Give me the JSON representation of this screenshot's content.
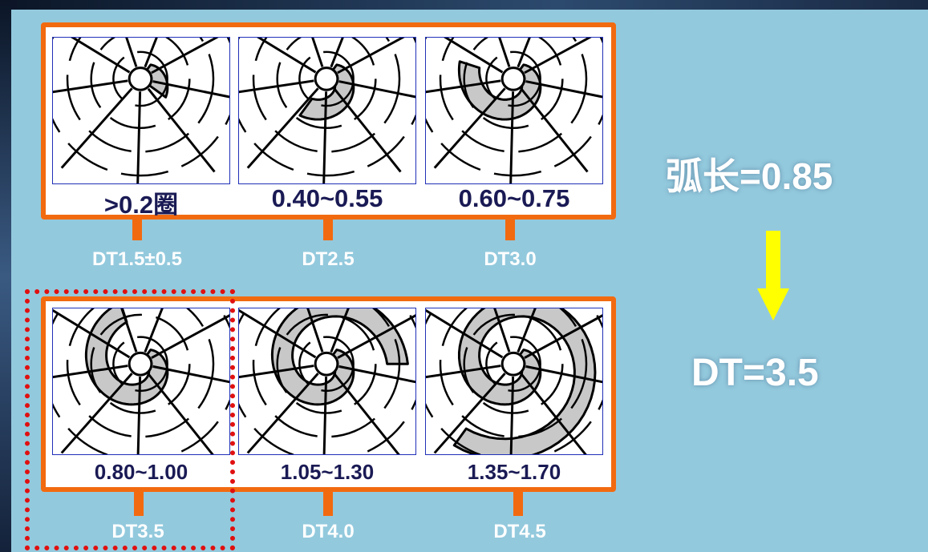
{
  "palette": {
    "slide_bg": "#93c9dd",
    "panel_border": "#f26a10",
    "highlight": "#e01010",
    "arrow": "#ffff00"
  },
  "top_row": {
    "labels": [
      ">0.2圈",
      "0.40~0.55",
      "0.60~0.75"
    ],
    "dt": [
      "DT1.5±0.5",
      "DT2.5",
      "DT3.0"
    ],
    "coverage": [
      0.25,
      0.5,
      0.7
    ]
  },
  "bottom_row": {
    "labels": [
      "0.80~1.00",
      "1.05~1.30",
      "1.35~1.70"
    ],
    "dt": [
      "DT3.5",
      "DT4.0",
      "DT4.5"
    ],
    "coverage": [
      0.85,
      1.15,
      1.5
    ]
  },
  "side": {
    "arc_length": "弧长=0.85",
    "result": "DT=3.5"
  }
}
